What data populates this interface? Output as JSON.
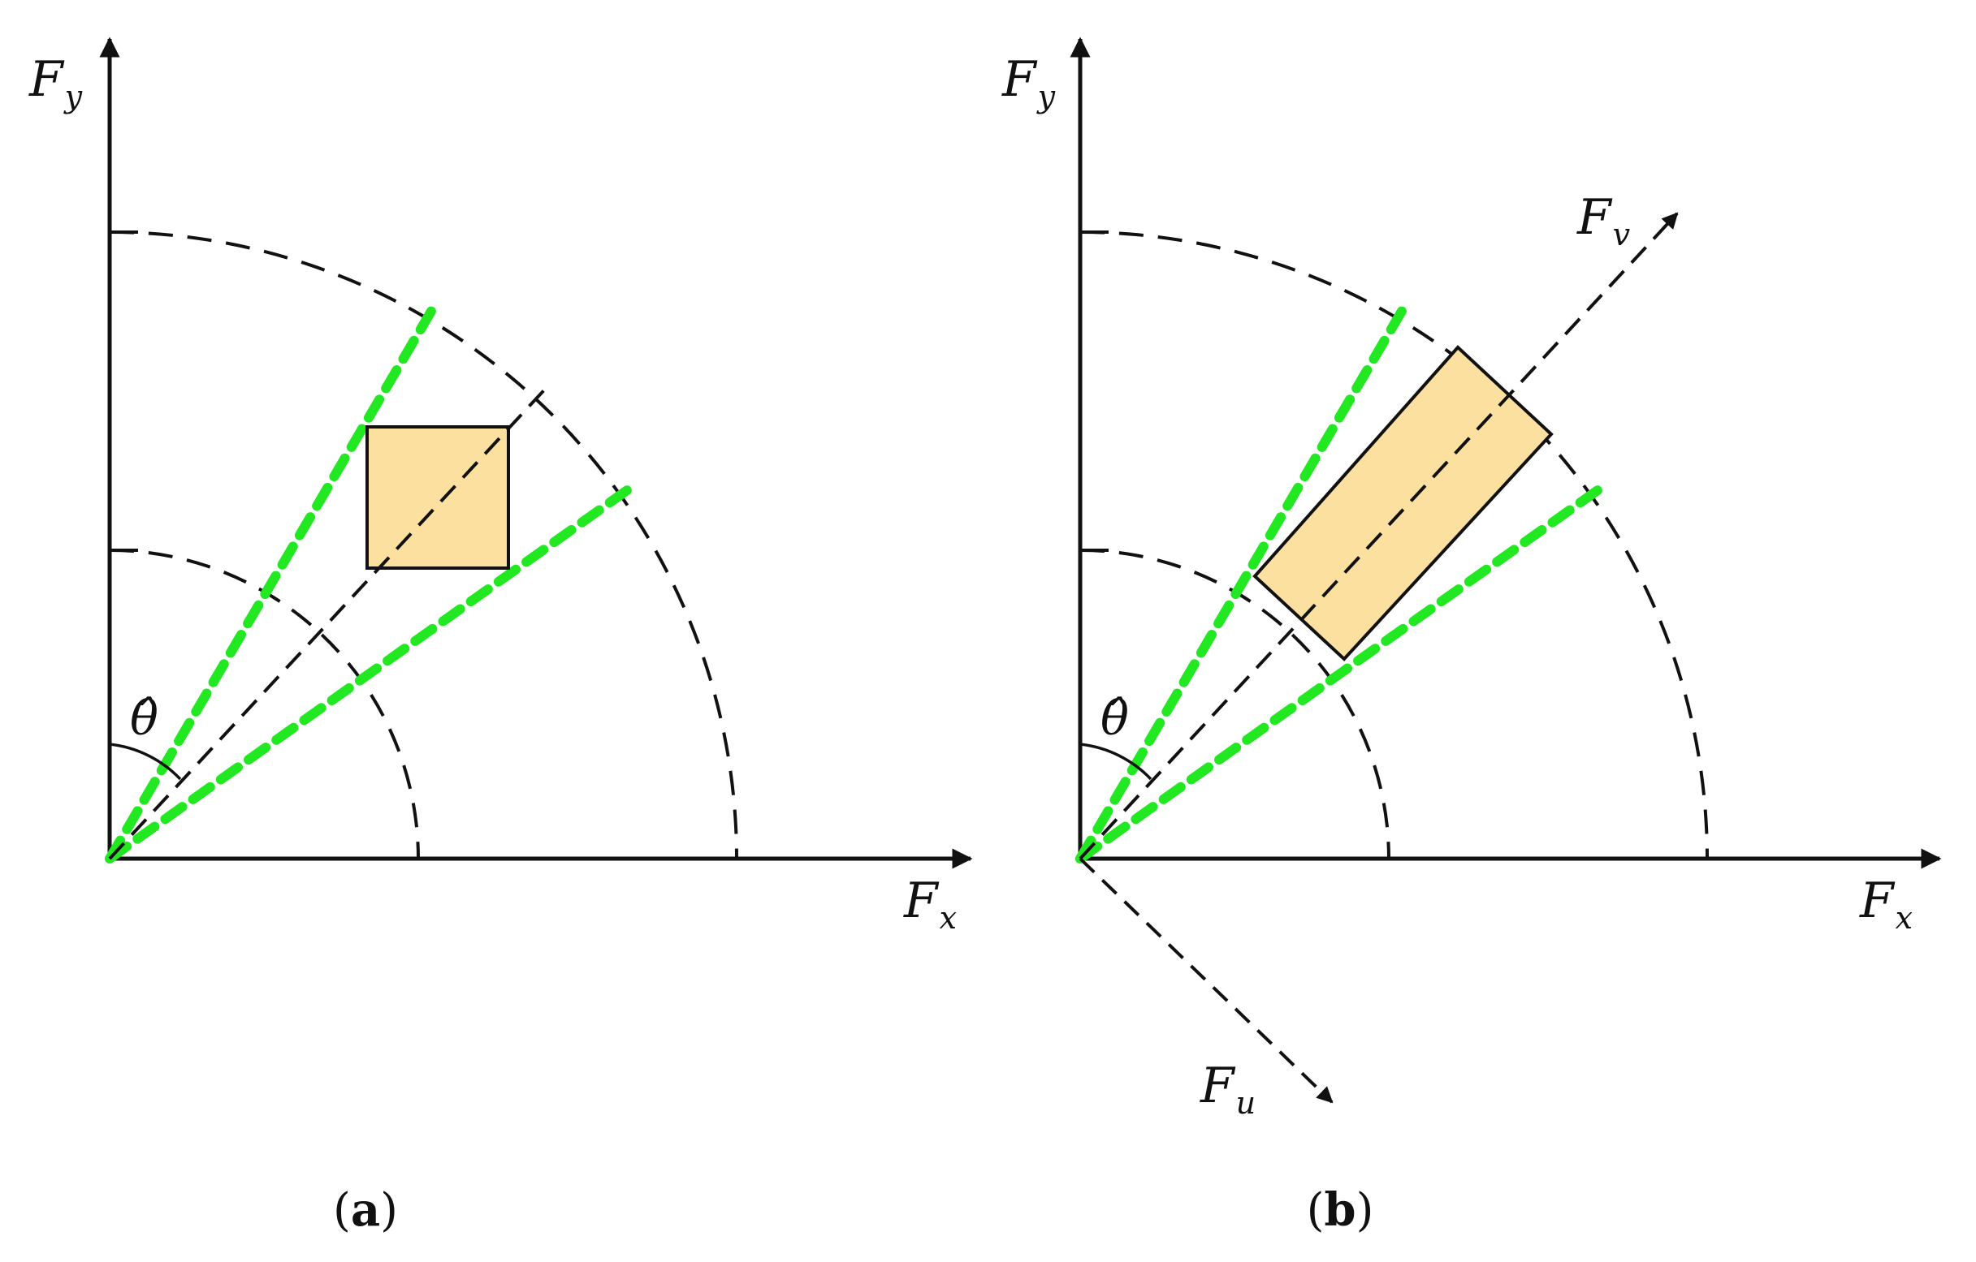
{
  "figure": {
    "panels": [
      {
        "id": "a",
        "caption": {
          "open": "(",
          "letter": "a",
          "close": ")"
        },
        "axes": {
          "x": {
            "main": "F",
            "sub": "x"
          },
          "y": {
            "main": "F",
            "sub": "y"
          }
        },
        "angle_label": "θ̂",
        "footprint": "square"
      },
      {
        "id": "b",
        "caption": {
          "open": "(",
          "letter": "b",
          "close": ")"
        },
        "axes": {
          "x": {
            "main": "F",
            "sub": "x"
          },
          "y": {
            "main": "F",
            "sub": "y"
          },
          "u": {
            "main": "F",
            "sub": "u"
          },
          "v": {
            "main": "F",
            "sub": "v"
          }
        },
        "angle_label": "θ̂",
        "footprint": "rotated-rectangle"
      }
    ],
    "colors": {
      "axis": "#111111",
      "wedge": "#22e822",
      "footprint_fill": "#fbe0a0",
      "footprint_stroke": "#111111"
    }
  }
}
